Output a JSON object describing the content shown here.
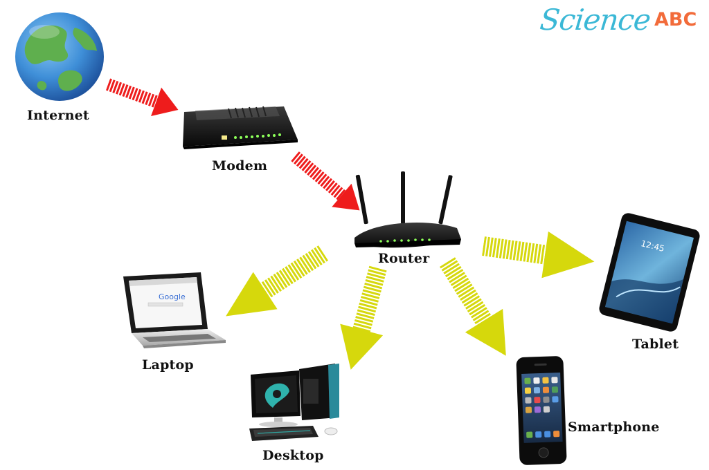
{
  "logo": {
    "science": "Science",
    "abc": "ABC"
  },
  "colors": {
    "logo_science": "#3bb8d6",
    "logo_abc": "#f26b3a",
    "arrow_red": "#ee1c1c",
    "arrow_yellow": "#d6d80c",
    "globe_ocean": "#3f8fd8",
    "globe_land": "#5faf4e"
  },
  "nodes": {
    "internet": {
      "label": "Internet",
      "icon": "globe-icon"
    },
    "modem": {
      "label": "Modem",
      "icon": "modem-icon"
    },
    "router": {
      "label": "Router",
      "icon": "router-icon"
    },
    "laptop": {
      "label": "Laptop",
      "icon": "laptop-icon",
      "screen_text": "Google"
    },
    "desktop": {
      "label": "Desktop",
      "icon": "desktop-icon"
    },
    "smartphone": {
      "label": "Smartphone",
      "icon": "smartphone-icon"
    },
    "tablet": {
      "label": "Tablet",
      "icon": "tablet-icon",
      "screen_time": "12:45"
    }
  },
  "edges": [
    {
      "from": "internet",
      "to": "modem",
      "color": "red"
    },
    {
      "from": "modem",
      "to": "router",
      "color": "red"
    },
    {
      "from": "router",
      "to": "laptop",
      "color": "yellow"
    },
    {
      "from": "router",
      "to": "desktop",
      "color": "yellow"
    },
    {
      "from": "router",
      "to": "smartphone",
      "color": "yellow"
    },
    {
      "from": "router",
      "to": "tablet",
      "color": "yellow"
    }
  ]
}
